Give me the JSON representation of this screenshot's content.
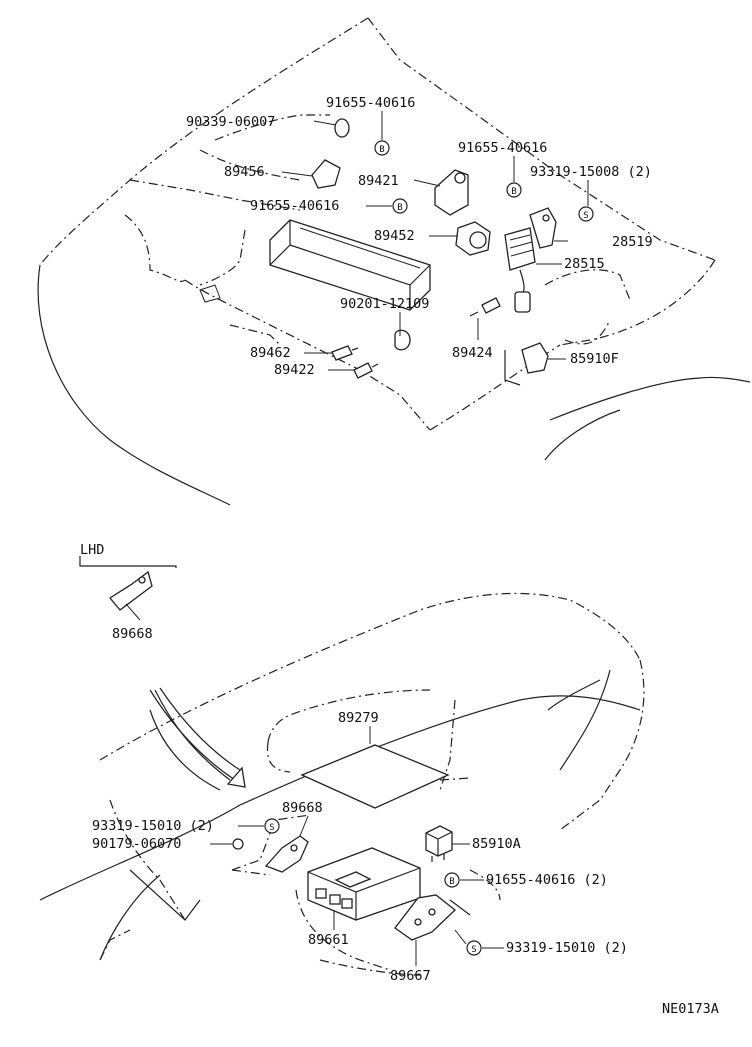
{
  "figure_code": "NE0173A",
  "section_label": "LHD",
  "callouts": {
    "p91655_40616_a": "91655-40616",
    "p90339_06007": "90339-06007",
    "p91655_40616_b": "91655-40616",
    "p93319_15008": "93319-15008 (2)",
    "p89456": "89456",
    "p89421": "89421",
    "p91655_40616_c": "91655-40616",
    "p89452": "89452",
    "p28519": "28519",
    "p28515": "28515",
    "p90201_12109": "90201-12109",
    "p89462": "89462",
    "p89424": "89424",
    "p85910F": "85910F",
    "p89422": "89422",
    "p89668_lhd": "89668",
    "p89279": "89279",
    "p89668": "89668",
    "p93319_15010_a": "93319-15010 (2)",
    "p90179_06070": "90179-06070",
    "p85910A": "85910A",
    "p91655_40616_d": "91655-40616 (2)",
    "p89661": "89661",
    "p93319_15010_b": "93319-15010 (2)",
    "p89667": "89667"
  },
  "markers": {
    "bolt": "B",
    "screw": "S"
  }
}
